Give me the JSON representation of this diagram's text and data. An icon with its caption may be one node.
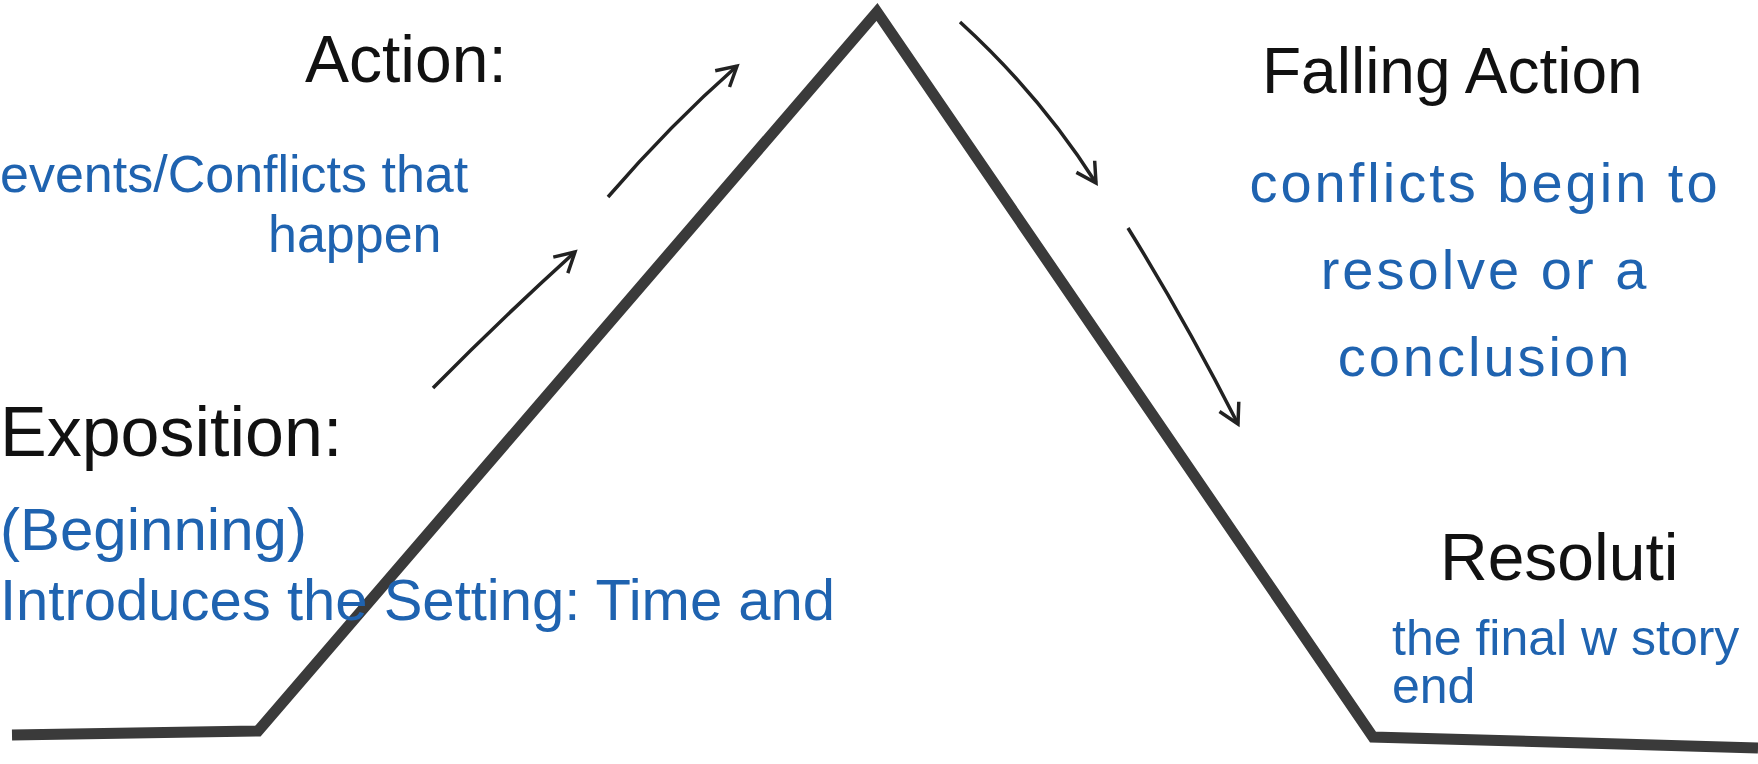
{
  "diagram": {
    "labels": [
      "Action:",
      "events/Conflicts that happen",
      "Exposition:",
      "(Beginning)",
      "Introduces the Setting: Time and",
      "Falling Action",
      "conflicts begin to resolve or a conclusion",
      "Resoluti",
      "the final w story end"
    ]
  }
}
